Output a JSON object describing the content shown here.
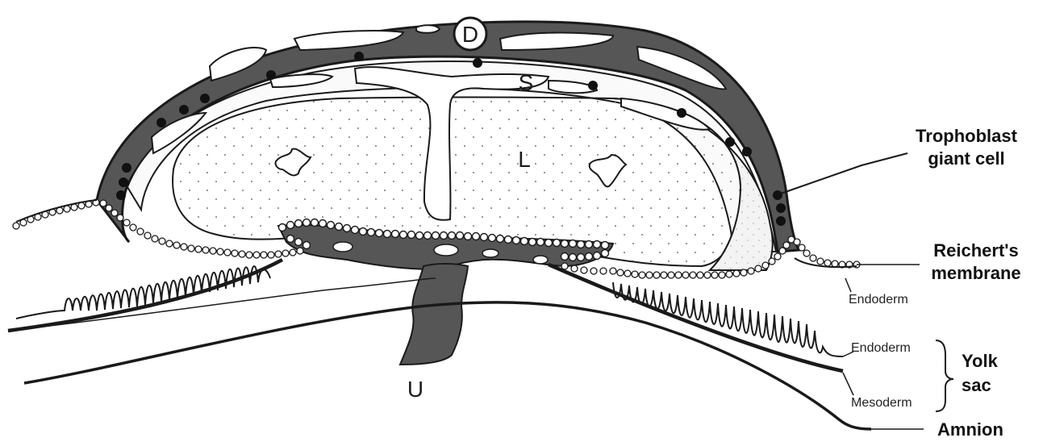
{
  "diagram": {
    "region_labels": {
      "d": "D",
      "s": "S",
      "l": "L",
      "u": "U"
    },
    "side_labels": {
      "trophoblast_line1": "Trophoblast",
      "trophoblast_line2": "giant  cell",
      "reicherts_line1": "Reichert's",
      "reicherts_line2": "membrane",
      "endoderm_upper": "Endoderm",
      "endoderm_lower": "Endoderm",
      "mesoderm": "Mesoderm",
      "yolk_line1": "Yolk",
      "yolk_line2": "sac",
      "amnion": "Amnion"
    },
    "colors": {
      "dark_tissue": "#555555",
      "outline": "#1a1a1a",
      "background": "#ffffff"
    }
  }
}
